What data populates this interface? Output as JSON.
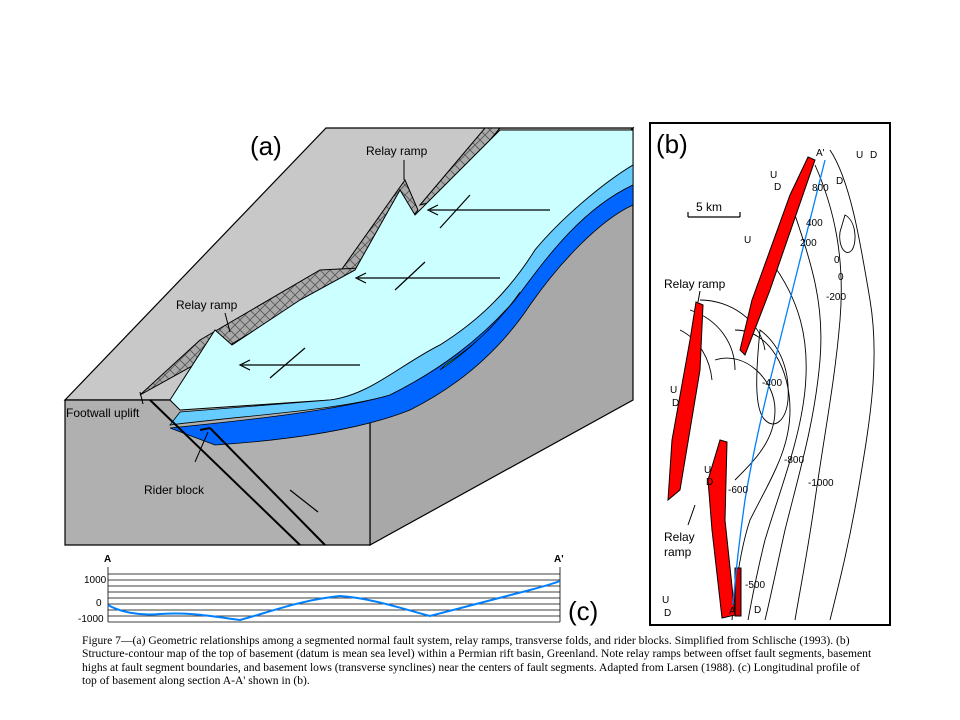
{
  "panels": {
    "a": {
      "label": "(a)",
      "relay_ramp_top": "Relay ramp",
      "relay_ramp_mid": "Relay ramp",
      "footwall_uplift": "Footwall uplift",
      "rider_block": "Rider block"
    },
    "b": {
      "label": "(b)",
      "scale_bar": "5 km",
      "relay_ramp_upper": "Relay ramp",
      "relay_ramp_lower_1": "Relay",
      "relay_ramp_lower_2": "ramp",
      "section_start": "A",
      "section_end": "A'",
      "contours": [
        "800",
        "400",
        "200",
        "0",
        "0",
        "-200",
        "-400",
        "-600",
        "-800",
        "-1000",
        "-500"
      ],
      "fault_marks": [
        "U",
        "D",
        "U",
        "D",
        "U",
        "D",
        "U",
        "D",
        "U",
        "D",
        "U",
        "D",
        "D"
      ]
    },
    "c": {
      "label": "(c)",
      "endpoint_left": "A",
      "endpoint_right": "A'",
      "y_ticks": [
        "1000",
        "0",
        "-1000"
      ]
    }
  },
  "caption": "Figure 7—(a) Geometric relationships among a segmented normal fault system, relay ramps, transverse folds, and rider blocks. Simplified from Schlische (1993). (b) Structure-contour map of the top of basement (datum is mean sea level) within a Permian rift basin, Greenland. Note relay ramps between offset fault segments, basement highs at fault segment boundaries, and basement lows (transverse synclines) near the centers of fault segments. Adapted from Larsen (1988). (c) Longitudinal profile of top of basement along section A-A' shown in (b).",
  "colors": {
    "block_top": "#c8c8c8",
    "block_side": "#a8a8a8",
    "basin_fill": "#ccffff",
    "basin_layer_light": "#66ccff",
    "basin_layer_dark": "#0066ff",
    "green_layer": "#33cc33",
    "fault_red": "#ff0000",
    "profile_line": "#0080ff"
  }
}
